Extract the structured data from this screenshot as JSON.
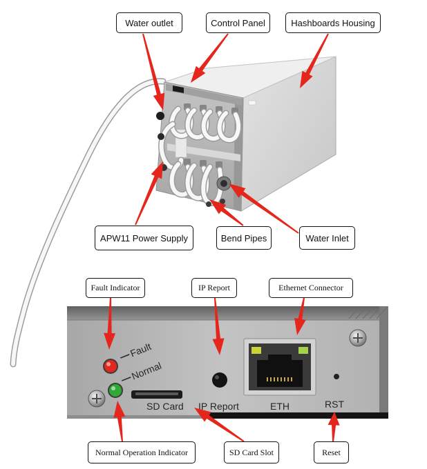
{
  "assembly_labels": {
    "water_outlet": "Water outlet",
    "control_panel": "Control Panel",
    "hashboards_housing": "Hashboards Housing",
    "apw11_power_supply": "APW11 Power Supply",
    "bend_pipes": "Bend Pipes",
    "water_inlet": "Water Inlet"
  },
  "panel_labels": {
    "fault_indicator": "Fault Indicator",
    "ip_report": "IP Report",
    "ethernet_connector": "Ethernet Connector",
    "normal_operation_indicator": "Normal Operation Indicator",
    "sd_card_slot": "SD Card Slot",
    "reset": "Reset"
  },
  "panel_markings": {
    "fault": "Fault",
    "normal": "Normal",
    "sd_card": "SD Card",
    "ip_report": "IP Report",
    "eth": "ETH",
    "rst": "RST"
  },
  "colors": {
    "callout_arrow": "#e4261c",
    "fault_led": "#e0281f",
    "normal_led": "#2faa37",
    "eth_link_led": "#c9d43a",
    "eth_activity_led": "#a3d34a"
  }
}
